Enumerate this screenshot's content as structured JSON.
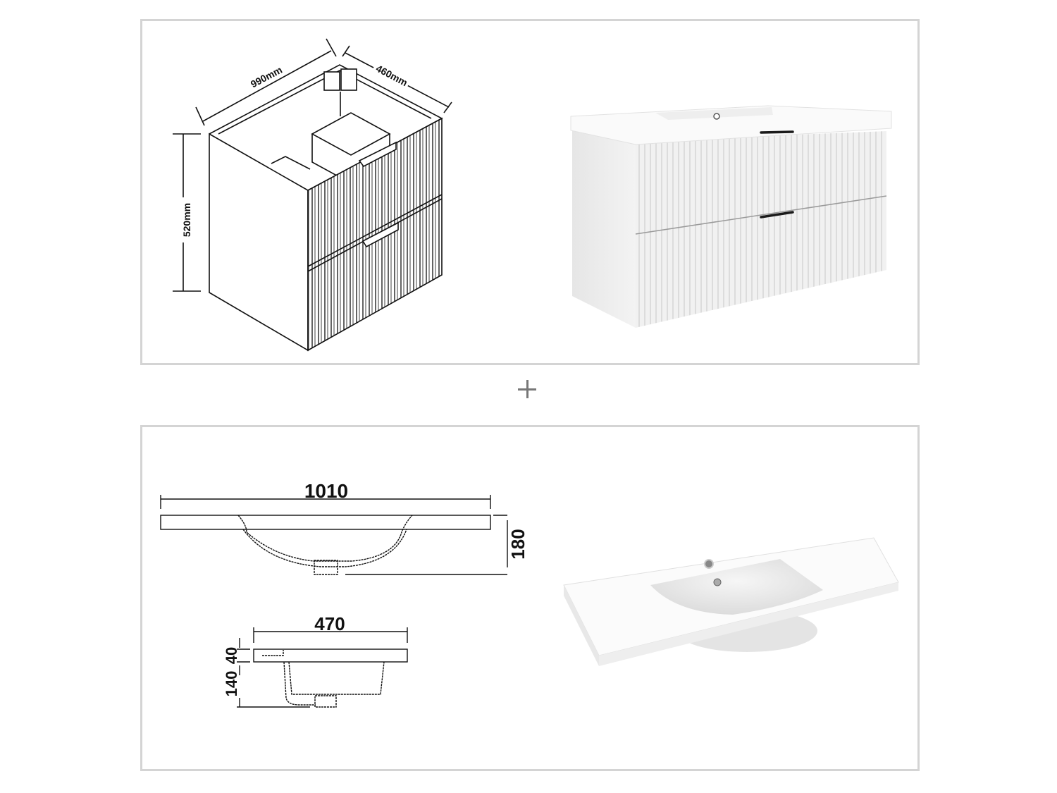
{
  "top_panel": {
    "cabinet_drawing": {
      "width_label": "990mm",
      "depth_label": "460mm",
      "height_label": "520mm"
    },
    "cabinet_render": {
      "description": "White wall-hung vanity cabinet with fluted two-drawer front, black handles and integrated basin top"
    }
  },
  "separator": {
    "symbol": "plus-icon"
  },
  "bottom_panel": {
    "basin_front_drawing": {
      "width_label": "1010",
      "height_label": "180"
    },
    "basin_side_drawing": {
      "depth_label": "470",
      "slab_label": "40",
      "bowl_label": "140"
    },
    "basin_render": {
      "description": "White rectangular countertop basin with single tap hole and overflow"
    }
  },
  "colors": {
    "panel_border": "#d4d4d4",
    "line": "#111111",
    "plus": "#777777",
    "render_white": "#f4f4f4",
    "render_shadow": "#d8d8d8"
  }
}
